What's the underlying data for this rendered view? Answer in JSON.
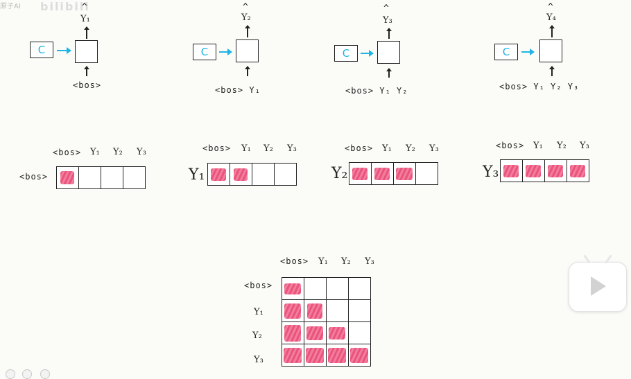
{
  "watermark": {
    "text": "原子AI",
    "logo": "bilibili"
  },
  "decoders": [
    {
      "context": "C",
      "input": "<bos>",
      "output": "Y₁",
      "hat": "^"
    },
    {
      "context": "C",
      "input": "<bos> Y₁",
      "output": "Y₂",
      "hat": "^"
    },
    {
      "context": "C",
      "input": "<bos> Y₁ Y₂",
      "output": "Y₃",
      "hat": "^"
    },
    {
      "context": "C",
      "input": "<bos> Y₁ Y₂ Y₃",
      "output": "Y₄",
      "hat": "^"
    }
  ],
  "mask_rows": [
    {
      "row_label": "<bos>",
      "headers": [
        "<bos>",
        "Y₁",
        "Y₂",
        "Y₃"
      ],
      "filled": 1
    },
    {
      "row_label": "Y₁",
      "headers": [
        "<bos>",
        "Y₁",
        "Y₂",
        "Y₃"
      ],
      "filled": 2
    },
    {
      "row_label": "Y₂",
      "headers": [
        "<bos>",
        "Y₁",
        "Y₂",
        "Y₃"
      ],
      "filled": 3
    },
    {
      "row_label": "Y₃",
      "headers": [
        "<bos>",
        "Y₁",
        "Y₂",
        "Y₃"
      ],
      "filled": 4
    }
  ],
  "mask_matrix": {
    "col_headers": [
      "<bos>",
      "Y₁",
      "Y₂",
      "Y₃"
    ],
    "row_labels": [
      "<bos>",
      "Y₁",
      "Y₂",
      "Y₃"
    ],
    "filled_per_row": [
      1,
      2,
      3,
      4
    ]
  },
  "colors": {
    "arrow": "#1fb4e6",
    "mask_fill": "#e8416d"
  },
  "icons": {
    "player": "play-button-icon"
  }
}
